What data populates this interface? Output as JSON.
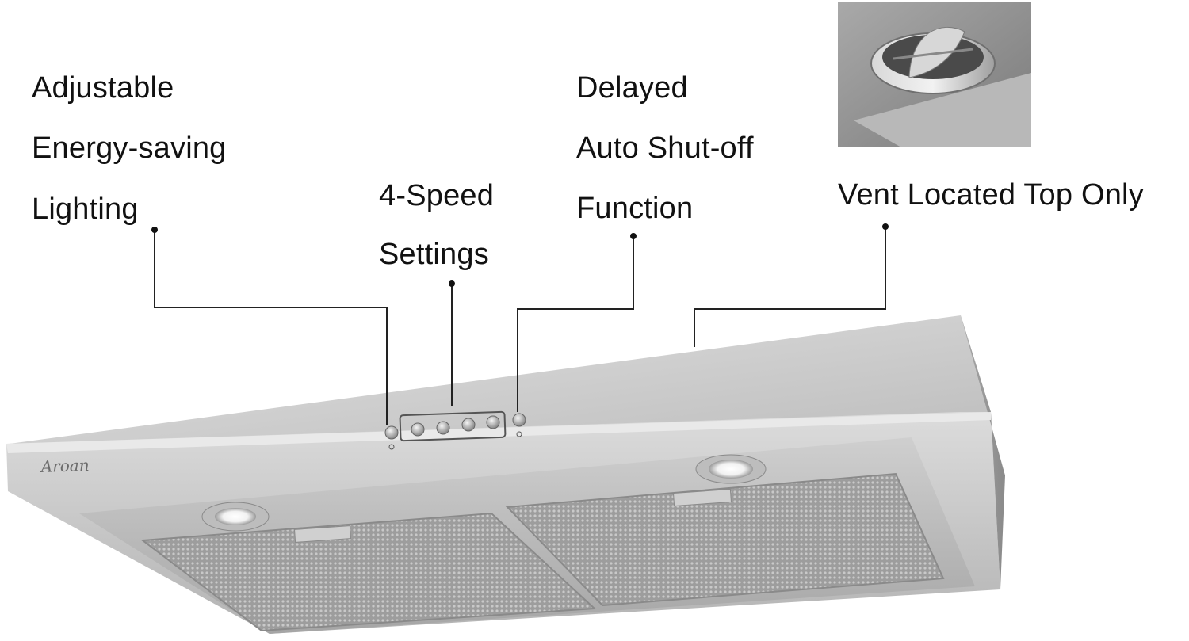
{
  "labels": {
    "lighting": [
      "Adjustable",
      "Energy-saving",
      "Lighting"
    ],
    "speed": [
      "4-Speed",
      "Settings"
    ],
    "shutoff": [
      "Delayed",
      "Auto Shut-off",
      "Function"
    ],
    "vent": "Vent Located Top Only"
  },
  "product": {
    "brand": "Aroan"
  },
  "colors": {
    "steel_light": "#d9d9d9",
    "steel_mid": "#b8b8b8",
    "steel_dark": "#8c8c8c",
    "leader_line": "#222222"
  },
  "icons": {
    "light_button": "bulb-icon",
    "power_button": "power-icon"
  }
}
